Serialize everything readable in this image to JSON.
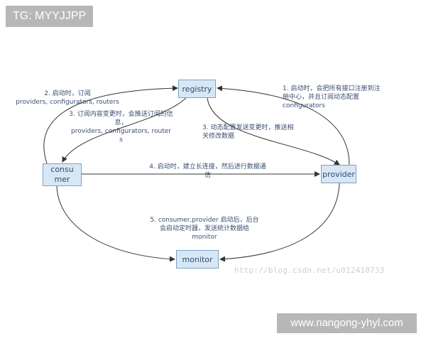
{
  "tag": {
    "text": "TG: MYYJJPP"
  },
  "watermark": {
    "site": "www.nangong-yhyl.com",
    "blog_url": "http://blog.csdn.net/u012410733"
  },
  "nodes": {
    "registry": "registry",
    "consumer": "consumer",
    "provider": "provider",
    "monitor": "monitor"
  },
  "labels": {
    "step1": "1. 启动时，会把所有接口注册到注\n册中心，并且订阅动态配置\nconfigurators",
    "step2": "2. 启动时，订阅\nproviders, configurators, routers",
    "step3": "3. 订阅内容变更时，会推送订阅的信\n息，\nproviders, configurators, router\ns",
    "step3b": "3. 动态配置发送变更时，推送相\n关修改数据",
    "step4": "4. 启动时，建立长连接，然后进行数据通\n信",
    "step5": "5. consumer,provider 启动后，后台\n会启动定时器，发送统计数据给\nmonitor"
  },
  "colors": {
    "node_fill": "#d8e7f4",
    "node_border": "#7aa2c8",
    "edge": "#333333",
    "text": "#3b4e70"
  }
}
